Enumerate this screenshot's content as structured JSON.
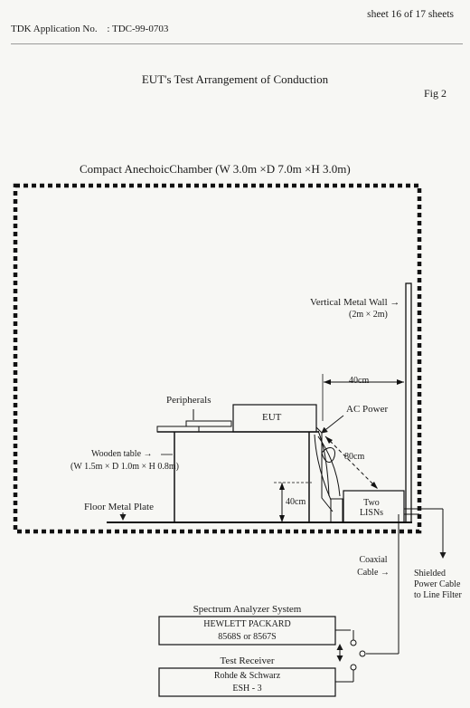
{
  "header": {
    "sheet": "sheet  16  of  17  sheets",
    "application_label": "TDK Application No.",
    "application_no": ":  TDC-99-0703"
  },
  "title": "EUT's Test Arrangement of Conduction",
  "fig": "Fig 2",
  "chamber": {
    "label": "Compact AnechoicChamber (W 3.0m  ×D 7.0m  ×H 3.0m)"
  },
  "wall": {
    "label": "Vertical Metal Wall  →",
    "size": "(2m × 2m)"
  },
  "dims": {
    "wall_distance": "40cm",
    "lisn_distance": "80cm",
    "height": "40cm"
  },
  "labels": {
    "peripherals": "Peripherals",
    "eut": "EUT",
    "ac_power": "AC Power",
    "table": "Wooden table  →",
    "table_size": "(W 1.5m × D 1.0m × H 0.8m)",
    "floor": "Floor Metal Plate",
    "lisn_line1": "Two",
    "lisn_line2": "LISNs",
    "coax_line1": "Coaxial",
    "coax_line2": "Cable →",
    "shielded_line1": "Shielded",
    "shielded_line2": "Power Cable",
    "shielded_line3": "to Line Filter"
  },
  "analyzer": {
    "title": "Spectrum Analyzer System",
    "line1": "HEWLETT PACKARD",
    "line2": "8568S or 8567S"
  },
  "receiver": {
    "title": "Test Receiver",
    "line1": "Rohde & Schwarz",
    "line2": "ESH - 3"
  }
}
